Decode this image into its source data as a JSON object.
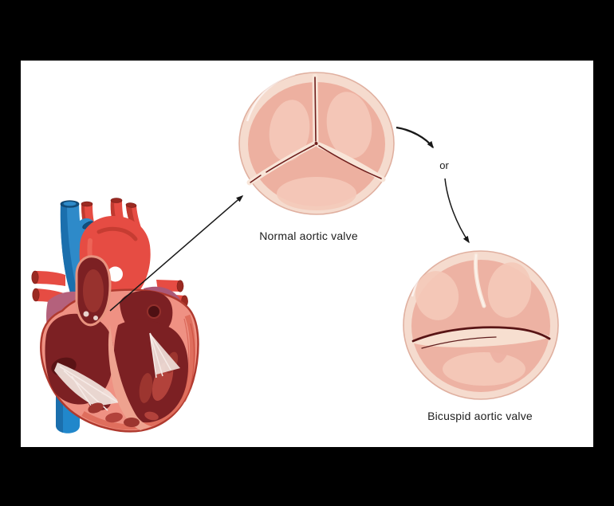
{
  "page": {
    "background_color": "#000000",
    "canvas_color": "#ffffff"
  },
  "diagram": {
    "type": "medical illustration — congenital aortic valve variants",
    "or_label": "or",
    "normal_valve": {
      "label": "Normal aortic valve",
      "leaflet_count": 3
    },
    "bicuspid_valve": {
      "label": "Bicuspid aortic valve",
      "leaflet_count": 2
    },
    "heart": {
      "description": "cross-section heart illustration with aorta and vena cava"
    },
    "colors": {
      "label_text": "#1d1d1d",
      "arrow_black": "#181818",
      "valve_ring_pink": "#f5dbce",
      "valve_leaflet_pink": "#edb0a0",
      "valve_leaflet_highlight": "#f4c9b9",
      "commissure_dark_red": "#6e1d1b",
      "heart_wall_salmon": "#ef9183",
      "heart_chamber_maroon": "#7c2023",
      "artery_red": "#e64c43",
      "vein_blue": "#2e8ac9",
      "atrium_mauve": "#b4617c"
    }
  }
}
